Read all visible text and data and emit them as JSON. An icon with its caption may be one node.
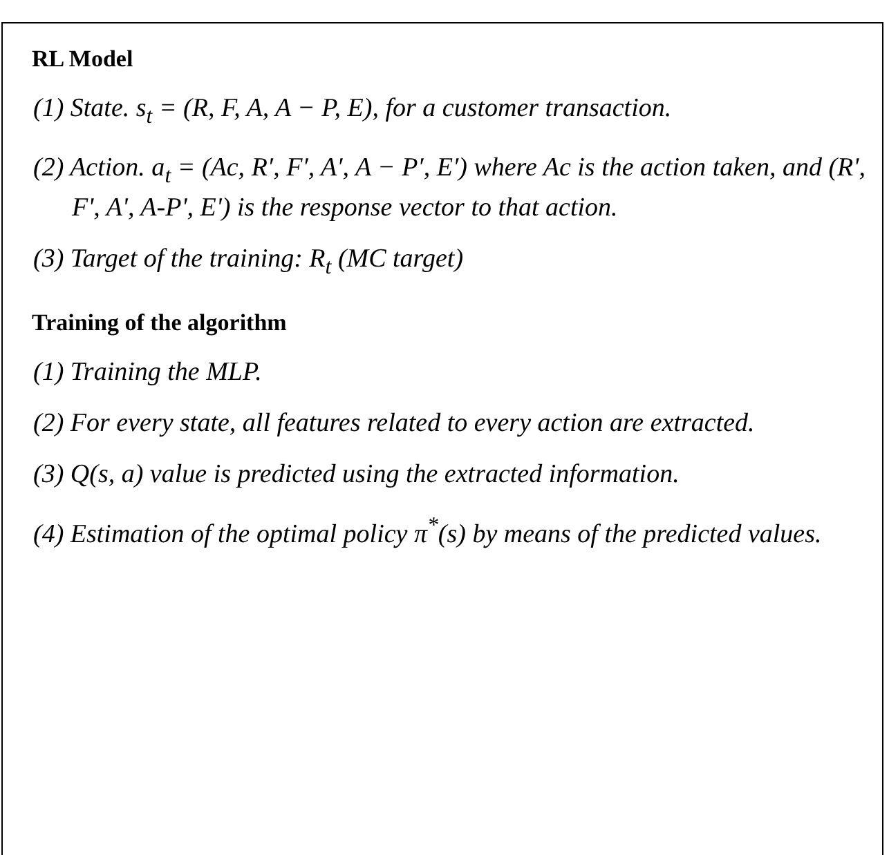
{
  "diagram": {
    "labels": [
      "RL Model",
      "(1) State. s$_{t}$ = (R, F, A, A − P, E), for a customer transaction.",
      "(2) Action. a$_{t}$ = (Ac, R′, F′, A′, A − P′, E′) where Ac is the action taken, and (R', F', A', A-P', E') is the response vector to that action.",
      "(3) Target of the training: R$_{t}$ (MC target)",
      "Training of the algorithm",
      "(1) Training the MLP.",
      "(2) For every state, all features related to every action are extracted.",
      "(3) Q(s, a) value is predicted using the extracted information.",
      "(4) Estimation of the optimal policy π$^{*}$(s) by means of the predicted values."
    ]
  }
}
